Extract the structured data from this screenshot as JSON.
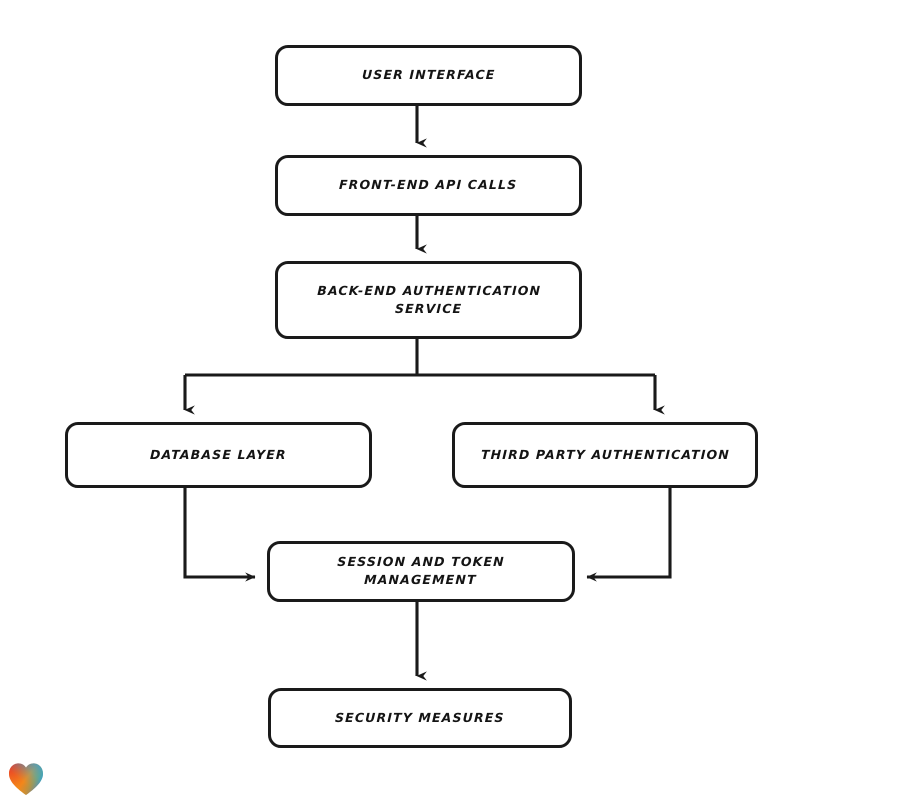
{
  "diagram": {
    "type": "flowchart",
    "orientation": "top-to-bottom",
    "style": "hand-drawn-marker",
    "background_color": "#ffffff",
    "stroke_color": "#1a1a1a",
    "text_color": "#141414",
    "nodes": [
      {
        "id": "ui",
        "label": "User Interface",
        "shape": "rounded-rectangle"
      },
      {
        "id": "frontend",
        "label": "Front-End API Calls",
        "shape": "rounded-rectangle"
      },
      {
        "id": "backend",
        "label": "Back-End Authentication\nService",
        "shape": "rounded-rectangle"
      },
      {
        "id": "database",
        "label": "Database Layer",
        "shape": "rounded-rectangle"
      },
      {
        "id": "thirdparty",
        "label": "Third Party Authentication",
        "shape": "rounded-rectangle"
      },
      {
        "id": "session",
        "label": "Session and Token\nManagement",
        "shape": "rounded-rectangle"
      },
      {
        "id": "security",
        "label": "Security Measures",
        "shape": "rounded-rectangle"
      }
    ],
    "edges": [
      {
        "from": "ui",
        "to": "frontend",
        "style": "straight-down",
        "arrow": "down"
      },
      {
        "from": "frontend",
        "to": "backend",
        "style": "straight-down",
        "arrow": "down"
      },
      {
        "from": "backend",
        "to": "database",
        "style": "split-branch-left",
        "arrow": "down"
      },
      {
        "from": "backend",
        "to": "thirdparty",
        "style": "split-branch-right",
        "arrow": "down"
      },
      {
        "from": "database",
        "to": "session",
        "style": "elbow-into-left-side",
        "arrow": "right"
      },
      {
        "from": "thirdparty",
        "to": "session",
        "style": "elbow-into-right-side",
        "arrow": "left"
      },
      {
        "from": "session",
        "to": "security",
        "style": "straight-down",
        "arrow": "down"
      }
    ]
  },
  "icons": {
    "heart": {
      "name": "heart-icon",
      "gradient_colors": [
        "#e8322a",
        "#f07c1e",
        "#f5a623",
        "#2f9fd8",
        "#3f5fd0"
      ]
    }
  }
}
